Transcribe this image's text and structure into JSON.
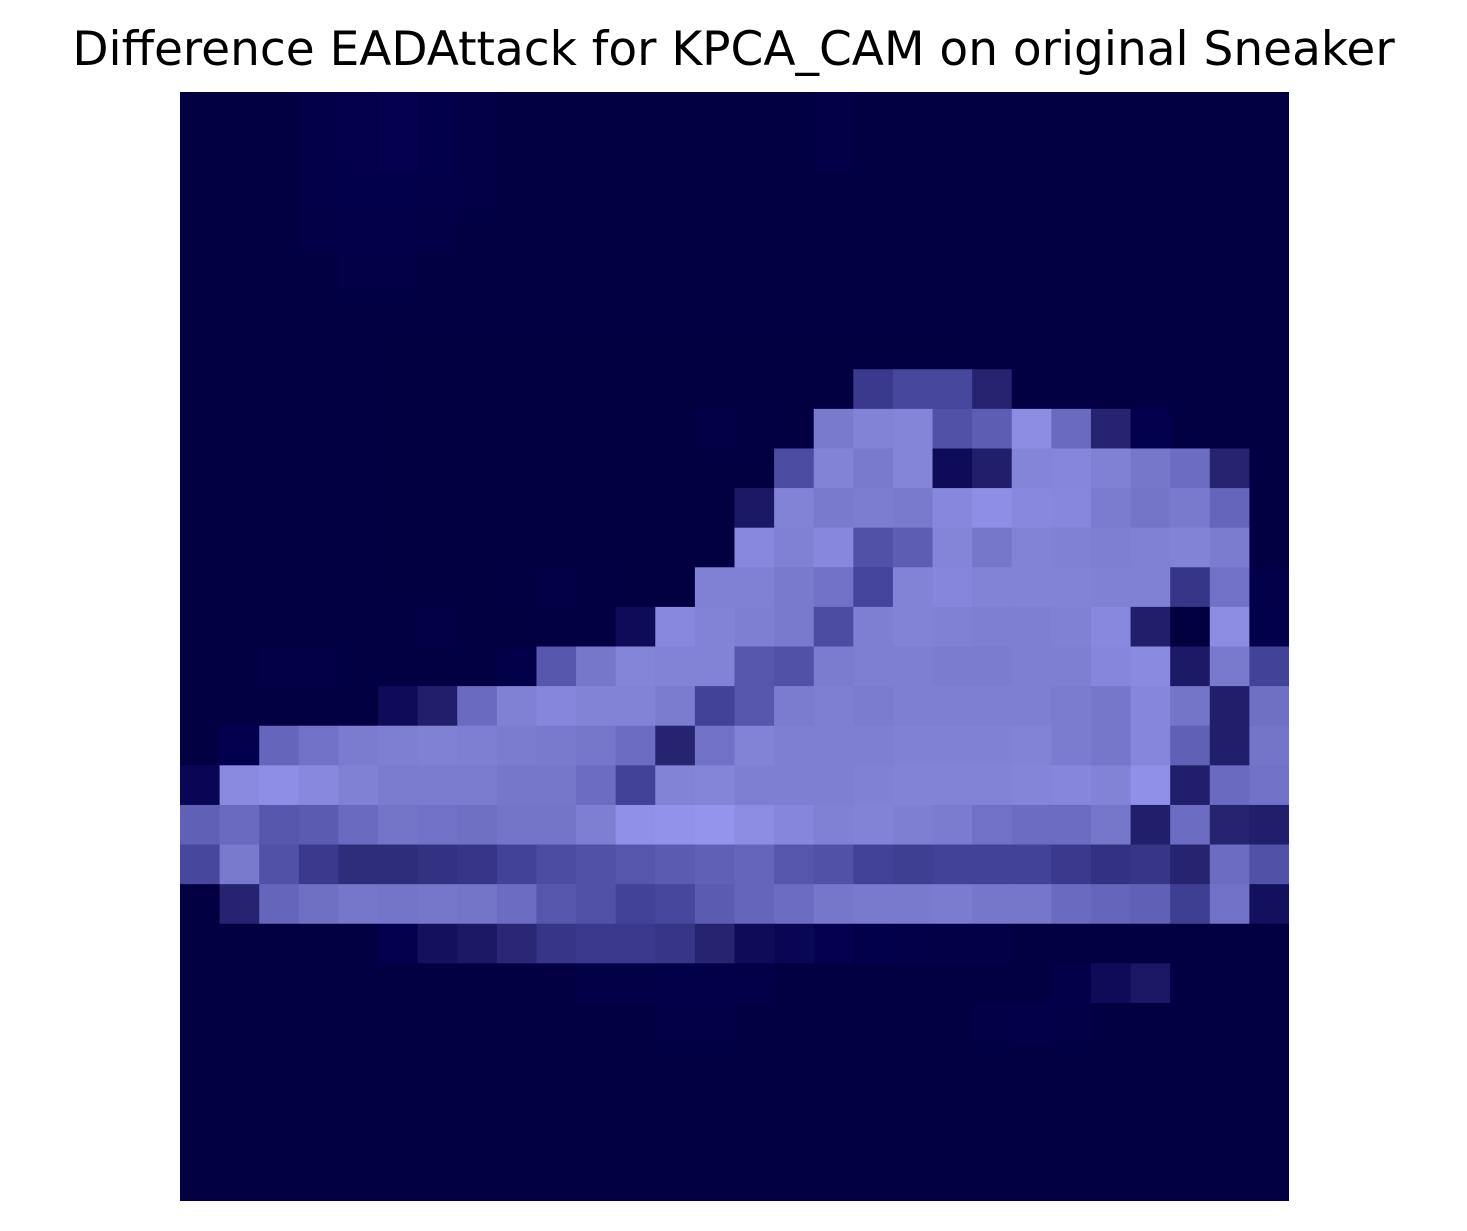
{
  "chart_data": {
    "type": "heatmap",
    "title": "Difference EADAttack for KPCA_CAM on original Sneaker",
    "rows": 28,
    "cols": 28,
    "axes": "off",
    "grid": false,
    "colormap": {
      "anchors": [
        {
          "v": 0.0,
          "color": "#02003c"
        },
        {
          "v": 0.15,
          "color": "#02004e"
        },
        {
          "v": 0.3,
          "color": "#262470"
        },
        {
          "v": 0.45,
          "color": "#44449c"
        },
        {
          "v": 0.6,
          "color": "#6a6ac0"
        },
        {
          "v": 0.78,
          "color": "#8080d4"
        },
        {
          "v": 1.0,
          "color": "#9696f0"
        }
      ]
    },
    "values": [
      [
        0.05,
        0.05,
        0.06,
        0.1,
        0.14,
        0.16,
        0.12,
        0.08,
        0.06,
        0.06,
        0.06,
        0.06,
        0.06,
        0.06,
        0.06,
        0.06,
        0.08,
        0.06,
        0.06,
        0.06,
        0.05,
        0.05,
        0.05,
        0.05,
        0.05,
        0.05,
        0.05,
        0.05
      ],
      [
        0.05,
        0.05,
        0.06,
        0.1,
        0.14,
        0.16,
        0.12,
        0.08,
        0.06,
        0.06,
        0.06,
        0.06,
        0.06,
        0.06,
        0.06,
        0.06,
        0.08,
        0.06,
        0.06,
        0.06,
        0.05,
        0.05,
        0.05,
        0.05,
        0.05,
        0.05,
        0.05,
        0.05
      ],
      [
        0.06,
        0.06,
        0.06,
        0.1,
        0.12,
        0.12,
        0.1,
        0.08,
        0.06,
        0.06,
        0.06,
        0.05,
        0.05,
        0.05,
        0.05,
        0.05,
        0.06,
        0.06,
        0.06,
        0.06,
        0.05,
        0.05,
        0.05,
        0.05,
        0.05,
        0.05,
        0.05,
        0.05
      ],
      [
        0.06,
        0.06,
        0.06,
        0.08,
        0.1,
        0.1,
        0.08,
        0.06,
        0.06,
        0.06,
        0.05,
        0.05,
        0.05,
        0.05,
        0.05,
        0.05,
        0.05,
        0.05,
        0.05,
        0.05,
        0.05,
        0.05,
        0.05,
        0.05,
        0.05,
        0.05,
        0.06,
        0.06
      ],
      [
        0.06,
        0.06,
        0.06,
        0.06,
        0.08,
        0.08,
        0.06,
        0.06,
        0.06,
        0.05,
        0.05,
        0.05,
        0.05,
        0.05,
        0.05,
        0.05,
        0.05,
        0.05,
        0.05,
        0.05,
        0.05,
        0.05,
        0.05,
        0.05,
        0.06,
        0.06,
        0.06,
        0.06
      ],
      [
        0.06,
        0.06,
        0.06,
        0.06,
        0.06,
        0.06,
        0.06,
        0.05,
        0.05,
        0.05,
        0.05,
        0.05,
        0.05,
        0.05,
        0.05,
        0.05,
        0.05,
        0.05,
        0.05,
        0.05,
        0.05,
        0.05,
        0.05,
        0.05,
        0.05,
        0.05,
        0.05,
        0.05
      ],
      [
        0.06,
        0.06,
        0.06,
        0.06,
        0.05,
        0.04,
        0.04,
        0.04,
        0.04,
        0.04,
        0.04,
        0.04,
        0.04,
        0.04,
        0.04,
        0.04,
        0.04,
        0.04,
        0.04,
        0.04,
        0.05,
        0.05,
        0.05,
        0.05,
        0.05,
        0.05,
        0.05,
        0.05
      ],
      [
        0.06,
        0.06,
        0.06,
        0.06,
        0.05,
        0.04,
        0.04,
        0.04,
        0.04,
        0.04,
        0.04,
        0.04,
        0.04,
        0.04,
        0.04,
        0.04,
        0.04,
        0.4,
        0.46,
        0.46,
        0.3,
        0.05,
        0.05,
        0.05,
        0.05,
        0.05,
        0.05,
        0.05
      ],
      [
        0.06,
        0.06,
        0.06,
        0.06,
        0.05,
        0.04,
        0.04,
        0.04,
        0.04,
        0.04,
        0.04,
        0.04,
        0.04,
        0.08,
        0.06,
        0.04,
        0.72,
        0.8,
        0.82,
        0.5,
        0.55,
        0.9,
        0.6,
        0.3,
        0.15,
        0.05,
        0.05,
        0.05
      ],
      [
        0.06,
        0.06,
        0.06,
        0.06,
        0.05,
        0.04,
        0.04,
        0.04,
        0.04,
        0.04,
        0.04,
        0.04,
        0.04,
        0.04,
        0.04,
        0.48,
        0.8,
        0.72,
        0.82,
        0.2,
        0.28,
        0.82,
        0.84,
        0.78,
        0.7,
        0.62,
        0.3,
        0.05
      ],
      [
        0.06,
        0.06,
        0.06,
        0.06,
        0.05,
        0.04,
        0.04,
        0.04,
        0.04,
        0.04,
        0.04,
        0.04,
        0.04,
        0.04,
        0.25,
        0.8,
        0.72,
        0.75,
        0.72,
        0.85,
        0.92,
        0.86,
        0.85,
        0.74,
        0.68,
        0.72,
        0.58,
        0.05
      ],
      [
        0.06,
        0.06,
        0.06,
        0.06,
        0.05,
        0.04,
        0.04,
        0.04,
        0.04,
        0.04,
        0.04,
        0.04,
        0.04,
        0.04,
        0.86,
        0.78,
        0.85,
        0.5,
        0.55,
        0.82,
        0.7,
        0.8,
        0.78,
        0.76,
        0.78,
        0.8,
        0.74,
        0.05
      ],
      [
        0.06,
        0.06,
        0.06,
        0.06,
        0.05,
        0.04,
        0.04,
        0.04,
        0.06,
        0.08,
        0.06,
        0.04,
        0.04,
        0.78,
        0.78,
        0.72,
        0.66,
        0.45,
        0.8,
        0.84,
        0.8,
        0.8,
        0.8,
        0.78,
        0.78,
        0.38,
        0.66,
        0.1
      ],
      [
        0.05,
        0.05,
        0.05,
        0.05,
        0.06,
        0.06,
        0.08,
        0.04,
        0.04,
        0.06,
        0.06,
        0.2,
        0.86,
        0.8,
        0.76,
        0.72,
        0.48,
        0.76,
        0.8,
        0.78,
        0.76,
        0.76,
        0.78,
        0.86,
        0.28,
        0.02,
        0.9,
        0.12
      ],
      [
        0.05,
        0.05,
        0.08,
        0.08,
        0.05,
        0.05,
        0.05,
        0.05,
        0.1,
        0.52,
        0.7,
        0.82,
        0.8,
        0.8,
        0.52,
        0.5,
        0.74,
        0.76,
        0.76,
        0.74,
        0.74,
        0.76,
        0.76,
        0.84,
        0.88,
        0.26,
        0.72,
        0.44
      ],
      [
        0.05,
        0.05,
        0.05,
        0.05,
        0.05,
        0.2,
        0.28,
        0.6,
        0.78,
        0.84,
        0.8,
        0.8,
        0.74,
        0.44,
        0.52,
        0.74,
        0.76,
        0.74,
        0.76,
        0.76,
        0.76,
        0.76,
        0.74,
        0.7,
        0.84,
        0.68,
        0.28,
        0.64
      ],
      [
        0.05,
        0.15,
        0.58,
        0.66,
        0.74,
        0.76,
        0.78,
        0.76,
        0.74,
        0.72,
        0.7,
        0.62,
        0.3,
        0.66,
        0.8,
        0.76,
        0.76,
        0.76,
        0.78,
        0.78,
        0.78,
        0.8,
        0.74,
        0.7,
        0.84,
        0.56,
        0.28,
        0.68
      ],
      [
        0.18,
        0.88,
        0.92,
        0.86,
        0.78,
        0.74,
        0.74,
        0.74,
        0.7,
        0.7,
        0.62,
        0.44,
        0.8,
        0.82,
        0.76,
        0.76,
        0.76,
        0.78,
        0.8,
        0.8,
        0.8,
        0.82,
        0.84,
        0.8,
        0.94,
        0.28,
        0.6,
        0.66
      ],
      [
        0.56,
        0.6,
        0.52,
        0.54,
        0.6,
        0.68,
        0.66,
        0.64,
        0.68,
        0.68,
        0.76,
        0.94,
        0.96,
        0.98,
        0.9,
        0.84,
        0.78,
        0.8,
        0.76,
        0.74,
        0.66,
        0.62,
        0.62,
        0.7,
        0.28,
        0.62,
        0.3,
        0.28
      ],
      [
        0.46,
        0.72,
        0.5,
        0.4,
        0.34,
        0.34,
        0.36,
        0.38,
        0.44,
        0.48,
        0.5,
        0.52,
        0.54,
        0.56,
        0.58,
        0.52,
        0.5,
        0.44,
        0.42,
        0.44,
        0.44,
        0.44,
        0.4,
        0.36,
        0.38,
        0.3,
        0.62,
        0.5
      ],
      [
        0.05,
        0.3,
        0.58,
        0.64,
        0.7,
        0.68,
        0.7,
        0.68,
        0.62,
        0.52,
        0.5,
        0.44,
        0.46,
        0.54,
        0.58,
        0.62,
        0.7,
        0.72,
        0.72,
        0.74,
        0.7,
        0.7,
        0.6,
        0.58,
        0.56,
        0.42,
        0.66,
        0.22
      ],
      [
        0.05,
        0.05,
        0.05,
        0.05,
        0.05,
        0.15,
        0.22,
        0.25,
        0.32,
        0.38,
        0.4,
        0.4,
        0.38,
        0.3,
        0.2,
        0.18,
        0.16,
        0.12,
        0.1,
        0.08,
        0.08,
        0.05,
        0.06,
        0.06,
        0.06,
        0.05,
        0.05,
        0.05
      ],
      [
        0.05,
        0.05,
        0.05,
        0.05,
        0.05,
        0.05,
        0.05,
        0.05,
        0.06,
        0.06,
        0.08,
        0.08,
        0.1,
        0.1,
        0.1,
        0.06,
        0.05,
        0.05,
        0.05,
        0.06,
        0.05,
        0.06,
        0.1,
        0.2,
        0.25,
        0.05,
        0.05,
        0.05
      ],
      [
        0.05,
        0.05,
        0.05,
        0.05,
        0.05,
        0.05,
        0.05,
        0.05,
        0.05,
        0.05,
        0.05,
        0.06,
        0.08,
        0.08,
        0.06,
        0.05,
        0.05,
        0.05,
        0.05,
        0.06,
        0.08,
        0.1,
        0.08,
        0.06,
        0.05,
        0.05,
        0.05,
        0.05
      ],
      [
        0.05,
        0.05,
        0.05,
        0.05,
        0.05,
        0.05,
        0.05,
        0.05,
        0.05,
        0.05,
        0.05,
        0.06,
        0.06,
        0.06,
        0.05,
        0.05,
        0.05,
        0.05,
        0.05,
        0.06,
        0.06,
        0.06,
        0.06,
        0.05,
        0.05,
        0.05,
        0.05,
        0.05
      ],
      [
        0.05,
        0.05,
        0.05,
        0.05,
        0.05,
        0.05,
        0.05,
        0.05,
        0.05,
        0.05,
        0.05,
        0.05,
        0.05,
        0.05,
        0.05,
        0.05,
        0.05,
        0.05,
        0.05,
        0.05,
        0.05,
        0.05,
        0.05,
        0.05,
        0.05,
        0.05,
        0.05,
        0.05
      ],
      [
        0.05,
        0.05,
        0.05,
        0.05,
        0.05,
        0.05,
        0.05,
        0.05,
        0.05,
        0.05,
        0.05,
        0.05,
        0.05,
        0.05,
        0.05,
        0.05,
        0.05,
        0.05,
        0.05,
        0.05,
        0.05,
        0.05,
        0.05,
        0.05,
        0.05,
        0.05,
        0.05,
        0.05
      ],
      [
        0.05,
        0.05,
        0.05,
        0.05,
        0.05,
        0.05,
        0.05,
        0.05,
        0.05,
        0.05,
        0.05,
        0.05,
        0.05,
        0.05,
        0.05,
        0.05,
        0.05,
        0.05,
        0.05,
        0.05,
        0.05,
        0.05,
        0.05,
        0.05,
        0.05,
        0.05,
        0.05,
        0.05
      ]
    ]
  }
}
